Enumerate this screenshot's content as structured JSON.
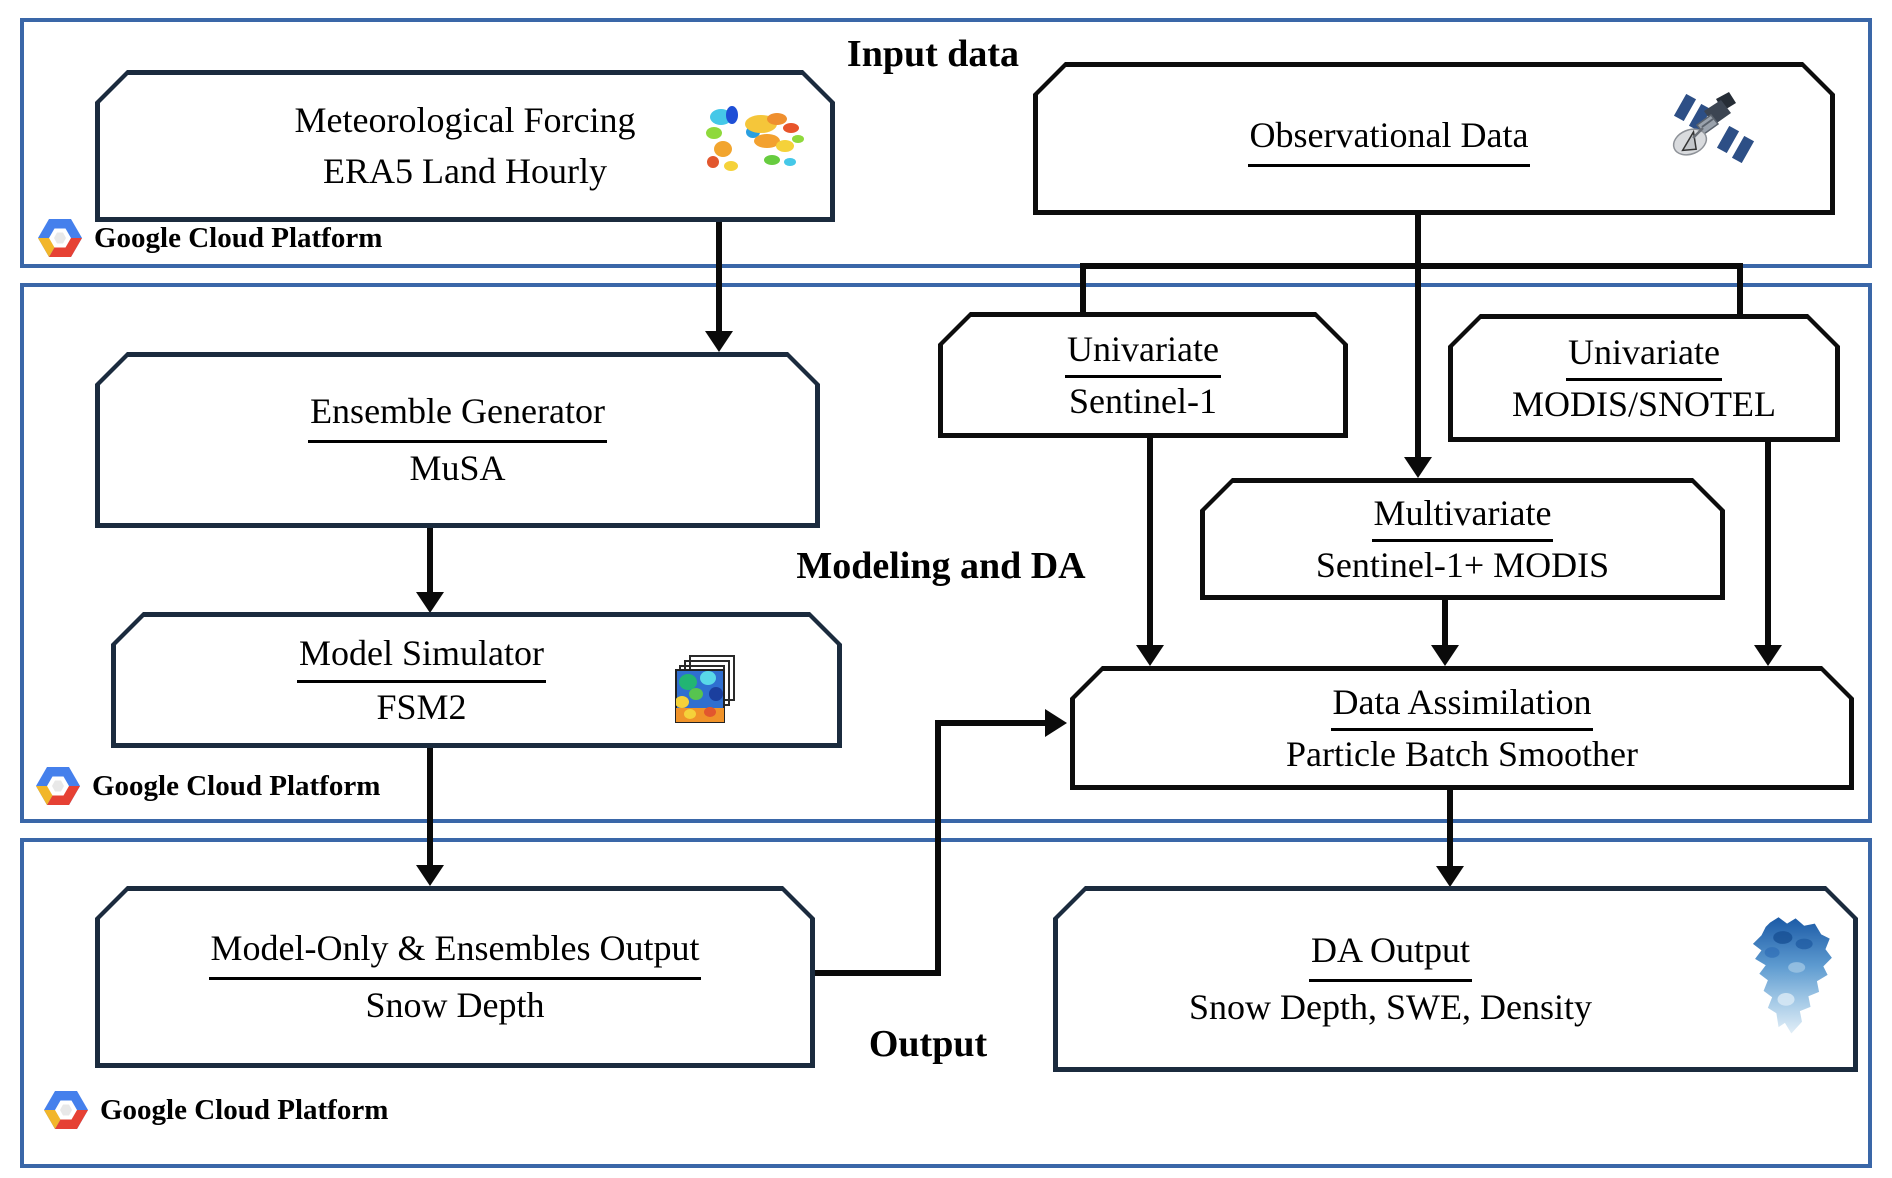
{
  "sections": [
    {
      "id": "input",
      "label": "Input data"
    },
    {
      "id": "modeling",
      "label": "Modeling and DA"
    },
    {
      "id": "output",
      "label": "Output"
    }
  ],
  "gcp": {
    "label": "Google Cloud Platform"
  },
  "nodes": {
    "met": {
      "line1": "Meteorological Forcing",
      "line2": "ERA5 Land Hourly"
    },
    "obs": {
      "line1": "Observational Data",
      "line2": ""
    },
    "ens": {
      "line1": "Ensemble Generator",
      "line2": "MuSA"
    },
    "sim": {
      "line1": "Model Simulator",
      "line2": "FSM2"
    },
    "uni1": {
      "line1": "Univariate",
      "line2": "Sentinel-1"
    },
    "uni2": {
      "line1": "Univariate",
      "line2": "MODIS/SNOTEL"
    },
    "multi": {
      "line1": "Multivariate",
      "line2": "Sentinel-1+ MODIS"
    },
    "da": {
      "line1": "Data Assimilation",
      "line2": "Particle Batch Smoother"
    },
    "mo": {
      "line1": "Model-Only & Ensembles Output",
      "line2": "Snow Depth"
    },
    "dao": {
      "line1": "DA Output",
      "line2": "Snow Depth, SWE, Density"
    }
  },
  "icons": {
    "met": "world-heatmap-icon",
    "obs": "satellite-icon",
    "sim": "data-cube-icon",
    "dao": "basin-map-icon",
    "gcp": "gcp-hexagon-logo"
  },
  "colors": {
    "section_border": "#3a67a8",
    "node_border_navy": "#1b2b3e",
    "node_border_black": "#0d0d0d",
    "arrow": "#0a0a0a",
    "gcp_blue": "#4580ec",
    "gcp_red": "#e64134",
    "gcp_yellow": "#f2b62a"
  }
}
